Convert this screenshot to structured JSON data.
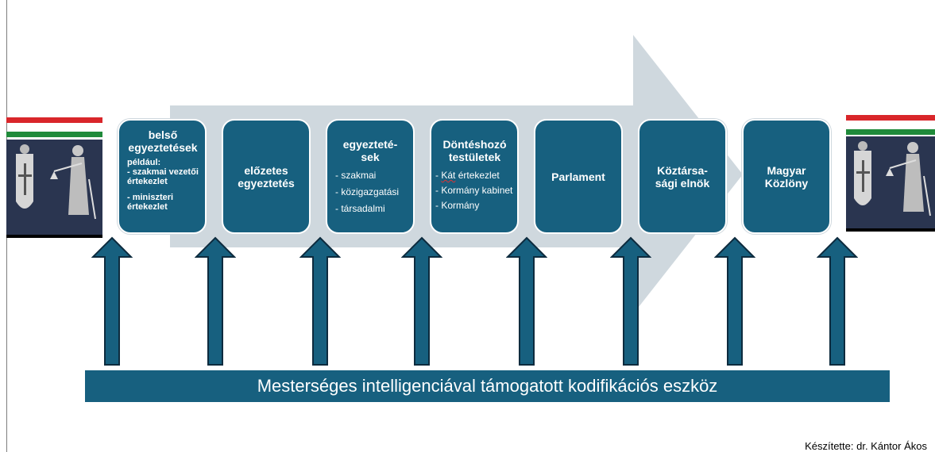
{
  "steps": [
    {
      "title": "belső egyeztetések",
      "subtitle": "például:",
      "items": [
        "- szakmai vezetői értekezlet",
        "- miniszteri értekezlet"
      ]
    },
    {
      "title": "előzetes egyeztetés"
    },
    {
      "title": "egyezteté-sek",
      "items": [
        "- szakmai",
        "- közigazgatási",
        "- társadalmi"
      ]
    },
    {
      "title": "Döntéshozó testületek",
      "items_prefix": "- ",
      "item_kat": "Kát",
      "item_kat_rest": " értekezlet",
      "items": [
        "- Kormány kabinet",
        "- Kormány"
      ]
    },
    {
      "title": "Parlament"
    },
    {
      "title": "Köztársa-sági elnök"
    },
    {
      "title": "Magyar Közlöny"
    }
  ],
  "banner": "Mesterséges intelligenciával támogatott kodifikációs eszköz",
  "credit": "Készítette: dr. Kántor Ákos",
  "colors": {
    "box": "#17607f",
    "arrow_bg": "#cfd8de",
    "flag_red": "#d9262a",
    "flag_green": "#1f8a3a",
    "emblem_bg": "#2a3550"
  },
  "icons": [
    "hungarian-coat-of-arms-icon",
    "justitia-scales-icon",
    "up-arrow-icon",
    "process-arrow"
  ]
}
